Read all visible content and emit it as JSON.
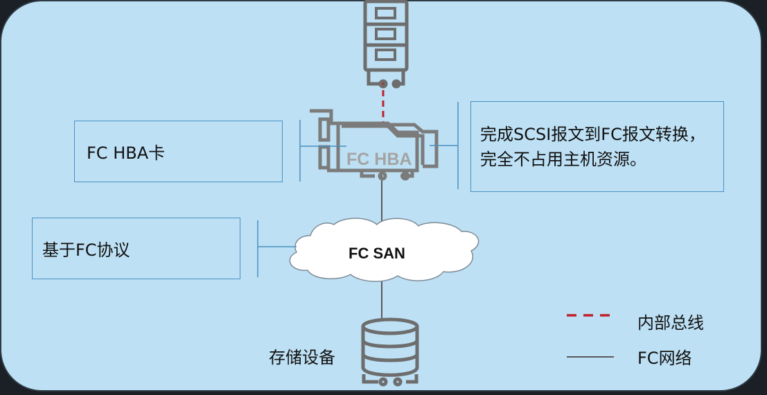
{
  "labels": {
    "hba_card": "FC HBA卡",
    "hba_device": "FC HBA",
    "description": "完成SCSI报文到FC报文转换，完全不占用主机资源。",
    "protocol": "基于FC协议",
    "san": "FC SAN",
    "storage": "存储设备"
  },
  "legend": {
    "internal_bus": "内部总线",
    "fc_network": "FC网络"
  },
  "colors": {
    "background": "#bde0f4",
    "device_stroke": "#6d6d6d",
    "internal_bus": "#c0202c",
    "fc_network": "#5a5a5a",
    "box_border": "#4a90c2"
  }
}
